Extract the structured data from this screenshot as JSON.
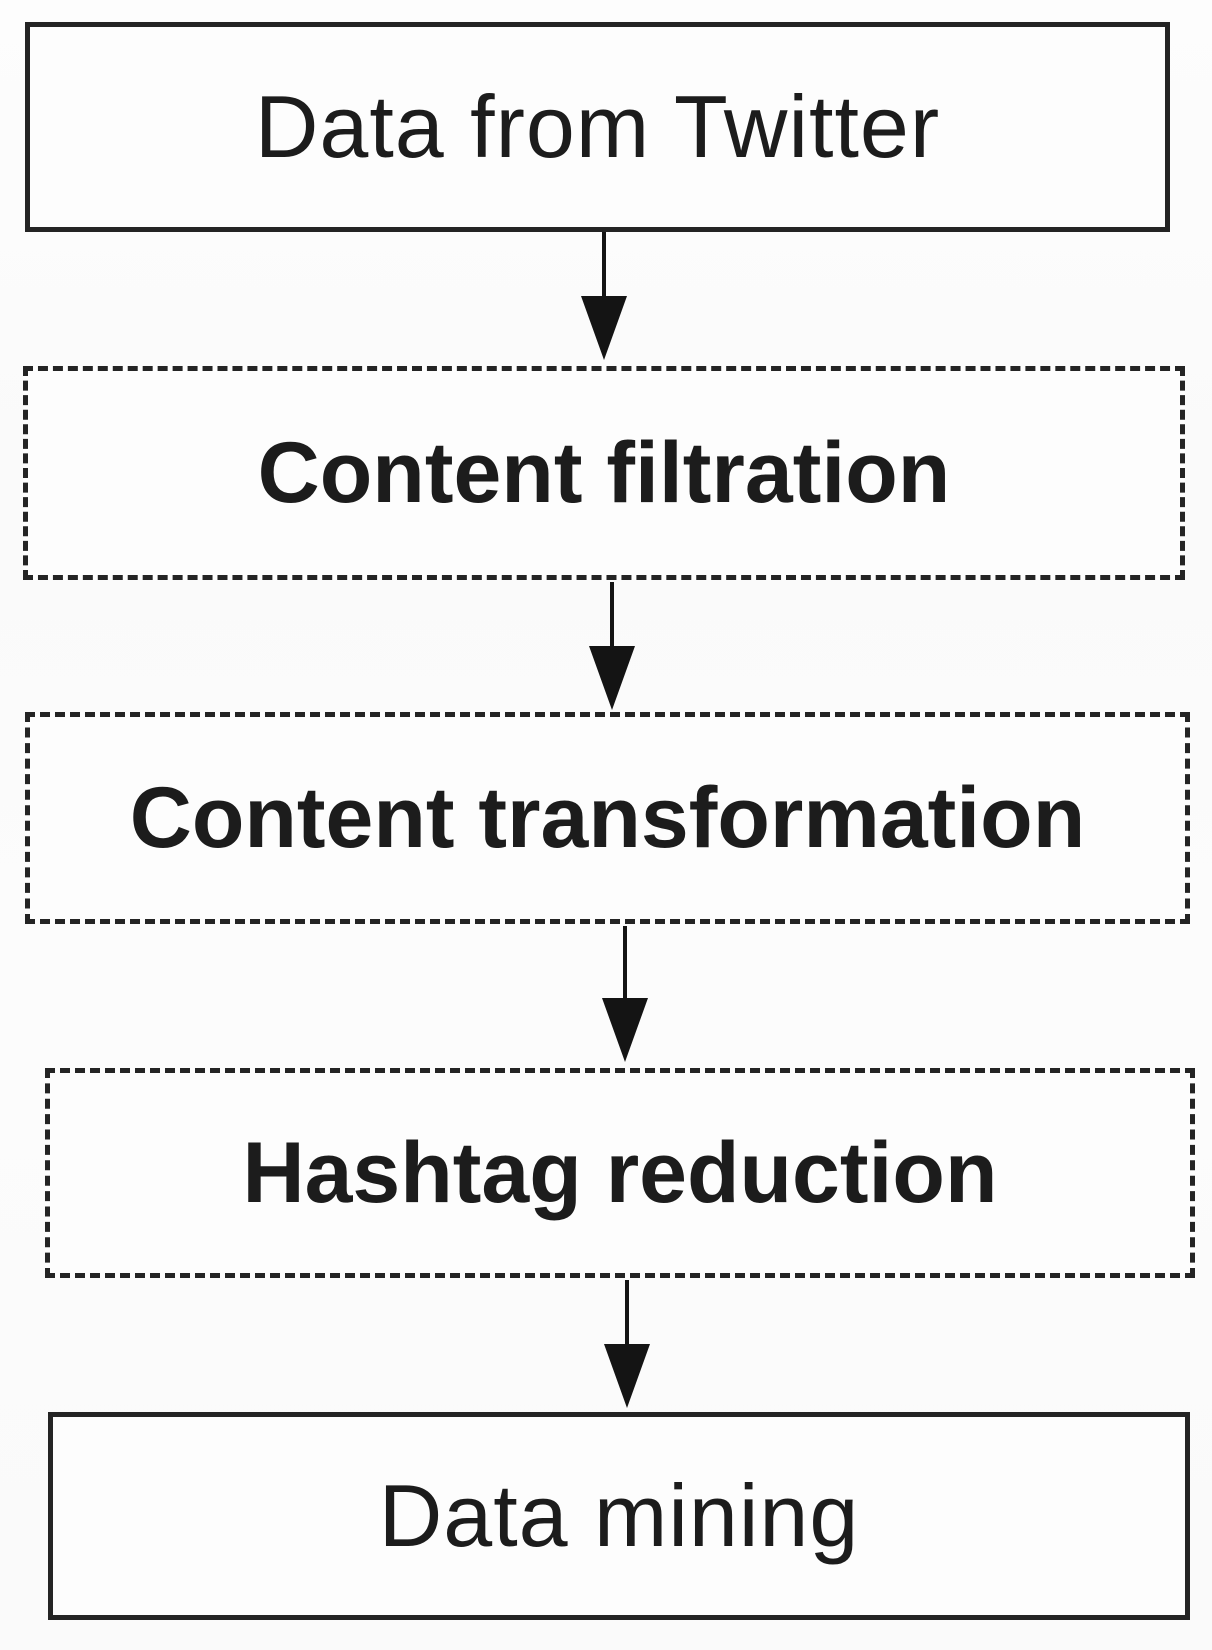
{
  "diagram": {
    "type": "flowchart",
    "direction": "top-down",
    "nodes": [
      {
        "id": "data-from-twitter",
        "label": "Data from Twitter",
        "border_style": "solid",
        "text_weight": "regular"
      },
      {
        "id": "content-filtration",
        "label": "Content filtration",
        "border_style": "dashed",
        "text_weight": "bold"
      },
      {
        "id": "content-transformation",
        "label": "Content transformation",
        "border_style": "dashed",
        "text_weight": "bold"
      },
      {
        "id": "hashtag-reduction",
        "label": "Hashtag reduction",
        "border_style": "dashed",
        "text_weight": "bold"
      },
      {
        "id": "data-mining",
        "label": "Data mining",
        "border_style": "solid",
        "text_weight": "regular"
      }
    ],
    "edges": [
      {
        "from": "data-from-twitter",
        "to": "content-filtration",
        "arrow": "down"
      },
      {
        "from": "content-filtration",
        "to": "content-transformation",
        "arrow": "down"
      },
      {
        "from": "content-transformation",
        "to": "hashtag-reduction",
        "arrow": "down"
      },
      {
        "from": "hashtag-reduction",
        "to": "data-mining",
        "arrow": "down"
      }
    ],
    "colors": {
      "border": "#242424",
      "arrow": "#141414",
      "text": "#1c1c1c",
      "box_fill": "#fdfdfd",
      "background": "#fbfbfb"
    }
  }
}
